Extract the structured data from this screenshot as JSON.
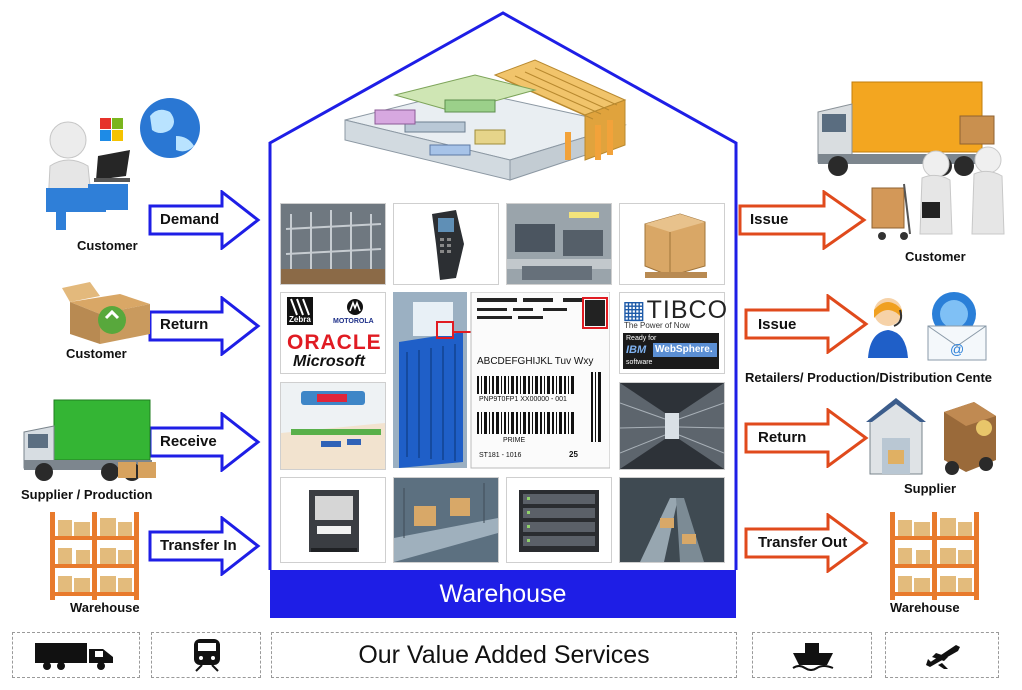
{
  "warehouse": {
    "title": "Warehouse"
  },
  "inbound": [
    {
      "arrow": "Demand",
      "source": "Customer"
    },
    {
      "arrow": "Return",
      "source": "Customer"
    },
    {
      "arrow": "Receive",
      "source": "Supplier / Production"
    },
    {
      "arrow": "Transfer In",
      "source": "Warehouse"
    }
  ],
  "outbound": [
    {
      "arrow": "Issue",
      "target": "Customer"
    },
    {
      "arrow": "Issue",
      "target": "Retailers/ Production/Distribution Cente"
    },
    {
      "arrow": "Return",
      "target": "Supplier"
    },
    {
      "arrow": "Transfer Out",
      "target": "Warehouse"
    }
  ],
  "logos": {
    "zebra": "Zebra",
    "motorola": "MOTOROLA",
    "oracle": "ORACLE",
    "microsoft": "Microsoft",
    "tibco": "TIBCO",
    "tibco_tagline": "The Power of Now",
    "ibm_ready": "Ready for",
    "ibm": "IBM",
    "websphere": "WebSphere.",
    "ibm_software": "software"
  },
  "label": {
    "line1": "ABCDEFGHIJKL Tuv Wxy",
    "barcode_text": "PNP9T0FP1 XX00000 - 001",
    "prime": "PRIME",
    "bottom_code": "ST181 - 1016",
    "qty": "25"
  },
  "services": {
    "title": "Our Value Added Services"
  },
  "service_icons": [
    "truck-icon",
    "train-icon",
    "ship-icon",
    "airplane-icon"
  ],
  "colors": {
    "house_outline": "#1e1ee6",
    "inbound_arrow": "#1e1ee6",
    "outbound_arrow": "#e04a1c",
    "warehouse_bar": "#1e1ee6"
  }
}
